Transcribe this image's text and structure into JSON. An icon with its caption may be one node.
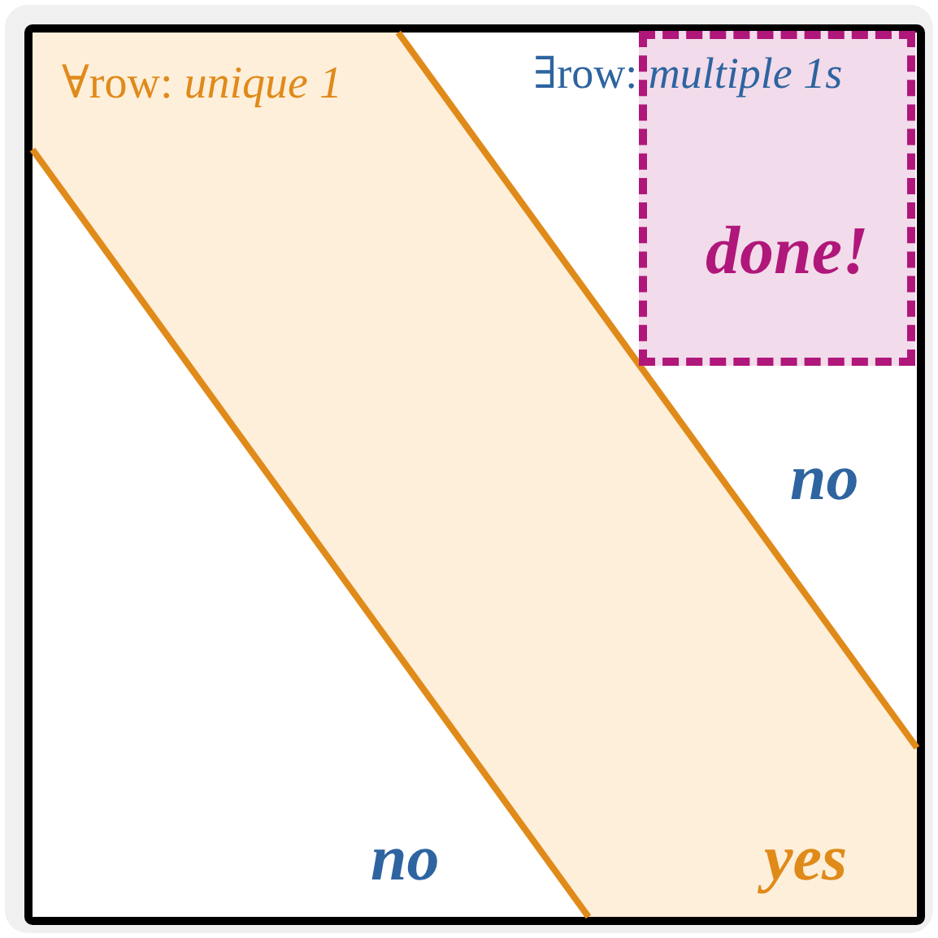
{
  "diagram": {
    "nodes": [
      {
        "text": [
          "∀row: *unique 1*",
          "yes"
        ]
      },
      {
        "text": [
          "done!"
        ]
      }
    ],
    "labels": [
      "∃row: *multiple 1s*",
      "no",
      "no"
    ]
  }
}
